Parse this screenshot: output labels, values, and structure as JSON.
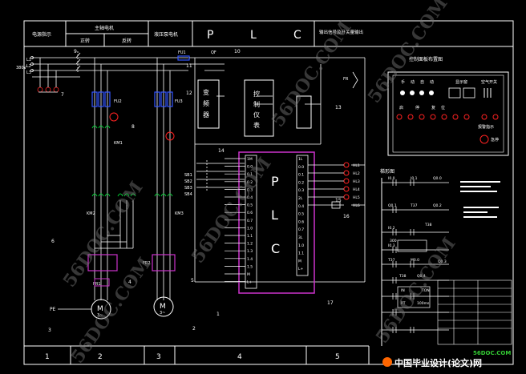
{
  "header": {
    "col1": "电源指示",
    "col2_top": "主轴电机",
    "col2_left": "正转",
    "col2_right": "反转",
    "col3": "液压泵电机",
    "plc_p": "P",
    "plc_l": "L",
    "plc_c": "C",
    "col5": "输出信号及开关量输出"
  },
  "power": {
    "l1": "L1",
    "l2": "L2",
    "l3": "L3",
    "voltage": "380V"
  },
  "callouts": [
    "1",
    "2",
    "3",
    "4",
    "5",
    "6",
    "7",
    "8",
    "9",
    "10",
    "11",
    "12",
    "13",
    "14",
    "15",
    "16",
    "17"
  ],
  "devices": {
    "fu1": "FU1",
    "fu2": "FU2",
    "fu3": "FU3",
    "km1": "KM1",
    "km2": "KM2",
    "km3": "KM3",
    "fr1": "FR1",
    "fr2": "FR2",
    "pe": "PE",
    "motor1": "M",
    "motor1_sub": "3~",
    "motor2": "M",
    "motor2_sub": "3~",
    "qf": "QF",
    "fr": "FR",
    "sb": [
      "SB1",
      "SB2",
      "SB3",
      "SB4"
    ],
    "hl": [
      "HL1",
      "HL2",
      "HL3",
      "HL4",
      "HL5",
      "HL6"
    ],
    "ka": "KA",
    "plc_big_p": "P",
    "plc_big_l": "L",
    "plc_big_c": "C",
    "ctrl_chars": [
      "控",
      "制",
      "仪",
      "表"
    ],
    "trans_chars": [
      "变",
      "频",
      "器"
    ],
    "plc_left_io": [
      "1M",
      "0.0",
      "0.1",
      "0.2",
      "0.3",
      "0.4",
      "0.5",
      "0.6",
      "0.7",
      "1.0",
      "1.1",
      "1.2",
      "1.3",
      "1.4",
      "1.5",
      "M",
      "L+"
    ],
    "plc_right_io": [
      "1L",
      "0.0",
      "0.1",
      "0.2",
      "0.3",
      "2L",
      "0.4",
      "0.5",
      "0.6",
      "0.7",
      "3L",
      "1.0",
      "1.1",
      "M",
      "L+"
    ]
  },
  "panel": {
    "title": "控制面板布置图",
    "row1": [
      "手",
      "动",
      "自",
      "动"
    ],
    "display": "显示窗",
    "switch_label": "空气开关",
    "alarm": "报警指示",
    "estop": "急停",
    "row2": [
      "启",
      "停",
      "复",
      "位"
    ]
  },
  "ladder": {
    "title": "梯形图",
    "labels": [
      "I0.0",
      "I0.1",
      "Q0.1",
      "Q0.0",
      "T37",
      "T38",
      "Q0.2",
      "Q0.3",
      "I0.2",
      "I0.3",
      "T37",
      "T38",
      "IN",
      "TON",
      "PT",
      "100ms",
      "300",
      "M0.0",
      "Q0.4"
    ]
  },
  "footer": {
    "cells": [
      "1",
      "2",
      "3",
      "4",
      "5"
    ],
    "logo_cn": "中国毕业设计(论文)网",
    "logo_url": "56DOC.COM"
  },
  "watermark": "56DOC.COM",
  "colors": {
    "frame": "#ffffff",
    "wire": "#ffffff",
    "green": "#00cc33",
    "blue": "#3355ff",
    "red": "#ff2222",
    "magenta": "#cc33cc",
    "yellow": "#dddd00",
    "cyan": "#00cccc"
  }
}
